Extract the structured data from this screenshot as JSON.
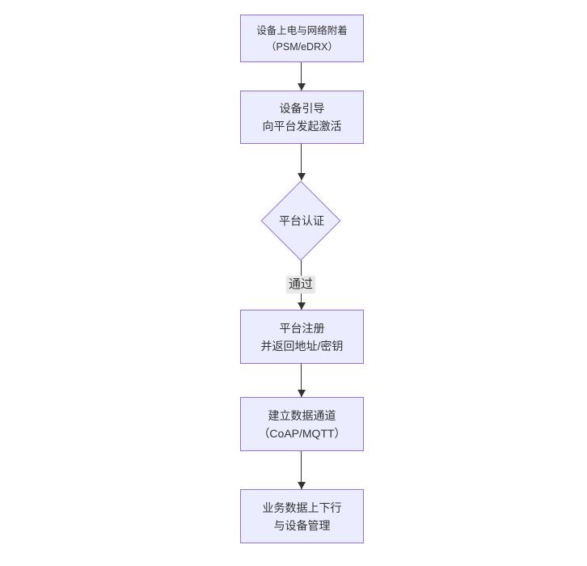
{
  "diagram": {
    "type": "flowchart",
    "direction": "top-down",
    "nodes": [
      {
        "id": "n1",
        "shape": "rect",
        "lines": [
          "设备上电与网络附着",
          "（PSM/eDRX）"
        ]
      },
      {
        "id": "n2",
        "shape": "rect",
        "lines": [
          "设备引导",
          "向平台发起激活"
        ]
      },
      {
        "id": "n3",
        "shape": "diamond",
        "lines": [
          "平台认证"
        ]
      },
      {
        "id": "n4",
        "shape": "rect",
        "lines": [
          "平台注册",
          "并返回地址/密钥"
        ]
      },
      {
        "id": "n5",
        "shape": "rect",
        "lines": [
          "建立数据通道",
          "（CoAP/MQTT）"
        ]
      },
      {
        "id": "n6",
        "shape": "rect",
        "lines": [
          "业务数据上下行",
          "与设备管理"
        ]
      }
    ],
    "edges": [
      {
        "from": "n1",
        "to": "n2",
        "label": ""
      },
      {
        "from": "n2",
        "to": "n3",
        "label": ""
      },
      {
        "from": "n3",
        "to": "n4",
        "label": "通过"
      },
      {
        "from": "n4",
        "to": "n5",
        "label": ""
      },
      {
        "from": "n5",
        "to": "n6",
        "label": ""
      }
    ],
    "colors": {
      "node_fill": "#ECECFF",
      "node_border": "#9370DB",
      "text": "#333333",
      "edge": "#333333",
      "edge_label_bg": "#e8e8e8",
      "background": "#ffffff"
    }
  }
}
